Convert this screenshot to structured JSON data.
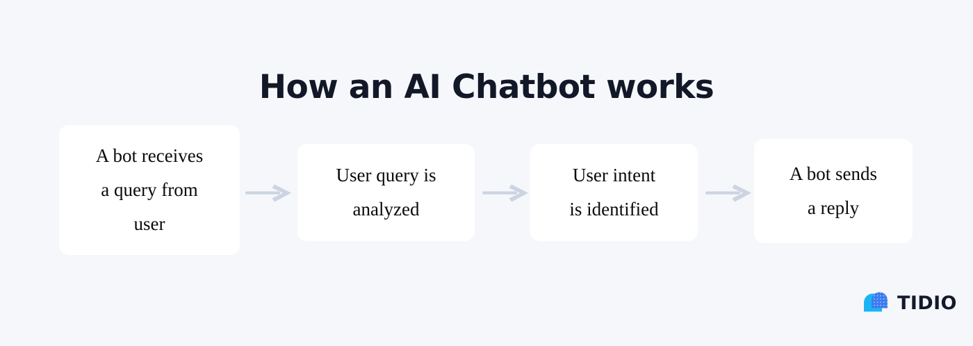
{
  "page": {
    "background_color": "#f5f7fa",
    "title": "How an AI Chatbot works",
    "title_color": "#121827"
  },
  "flow": {
    "card_color": "#ffffff",
    "text_color": "#0a0a0a",
    "arrow_color": "#ccd4e2",
    "steps": [
      {
        "id": 1,
        "label": "A bot receives\na query from\nuser"
      },
      {
        "id": 2,
        "label": "User query is\nanalyzed"
      },
      {
        "id": 3,
        "label": "User intent\nis identified"
      },
      {
        "id": 4,
        "label": "A bot sends\na reply"
      }
    ],
    "connectors": [
      {
        "id": 1,
        "icon": "arrow-right-icon"
      },
      {
        "id": 2,
        "icon": "arrow-right-icon"
      },
      {
        "id": 3,
        "icon": "arrow-right-icon"
      }
    ]
  },
  "brand": {
    "name": "TIDIO",
    "mark_icon": "tidio-chat-bubble-icon",
    "mark_color_primary": "#1ab4f5",
    "mark_color_secondary": "#3b7bf0",
    "wordmark_color": "#141a2b"
  }
}
